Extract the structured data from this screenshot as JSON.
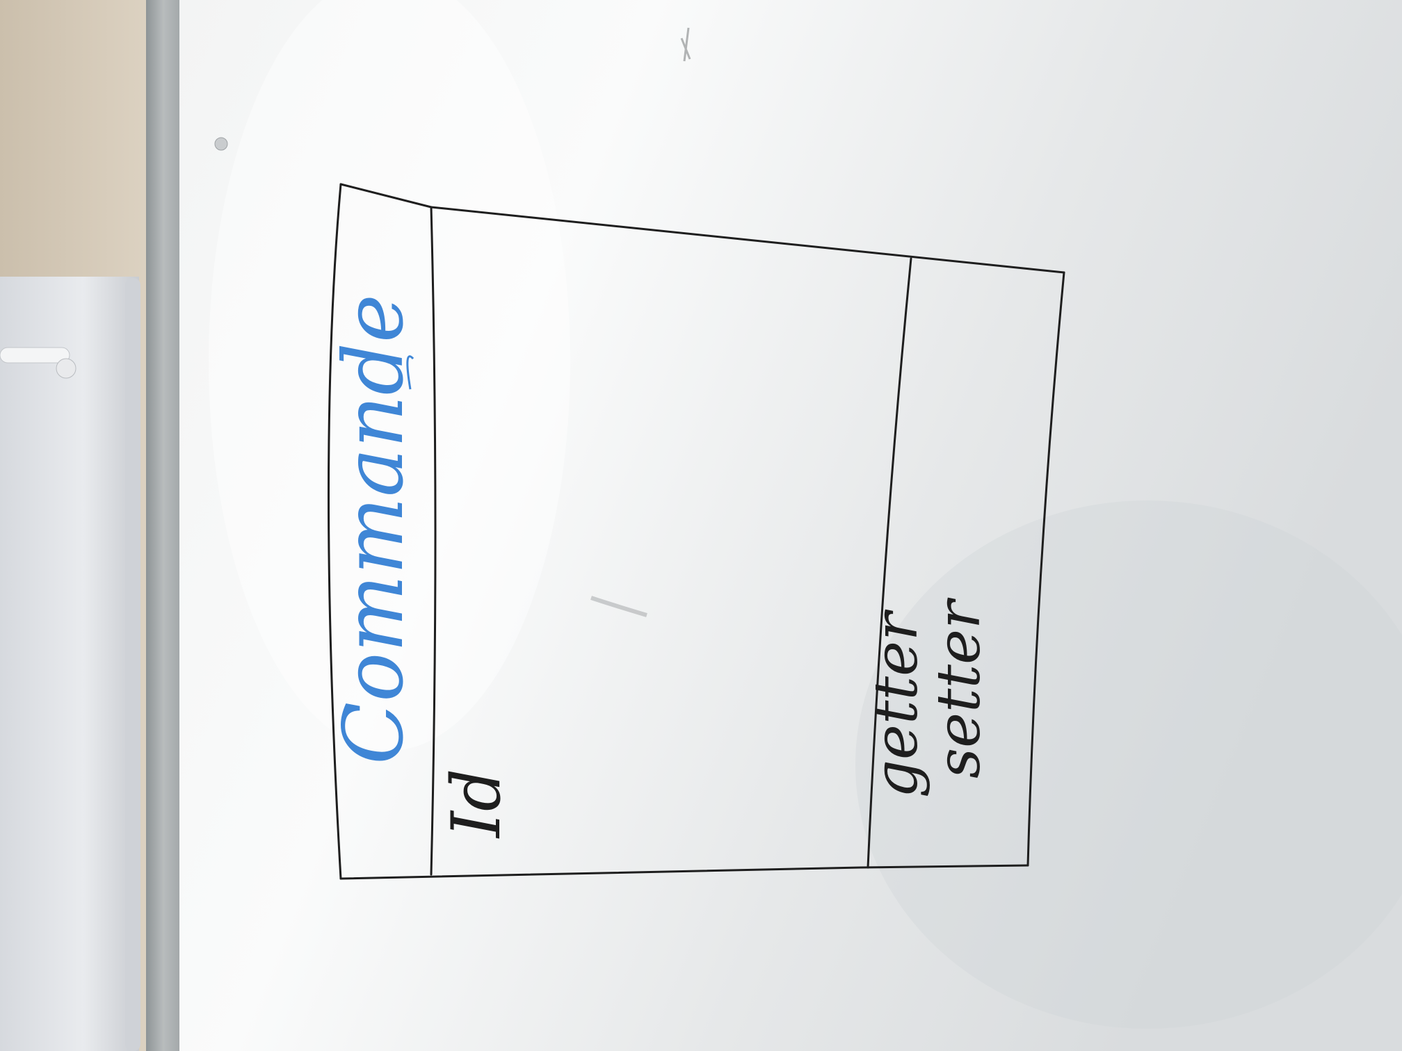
{
  "photo": {
    "subject": "whiteboard-uml-class-sketch"
  },
  "whiteboard": {
    "colors": {
      "board": "#e9ebec",
      "board_highlight": "#fafbfb",
      "frame": "#9ea3a5",
      "wall": "#d9cfbf",
      "ink_black": "#1e1e1e",
      "ink_blue": "#3f86d6"
    }
  },
  "uml_class": {
    "name": "Commande",
    "attributes": [
      "Id"
    ],
    "methods": [
      "getter",
      "setter"
    ]
  }
}
